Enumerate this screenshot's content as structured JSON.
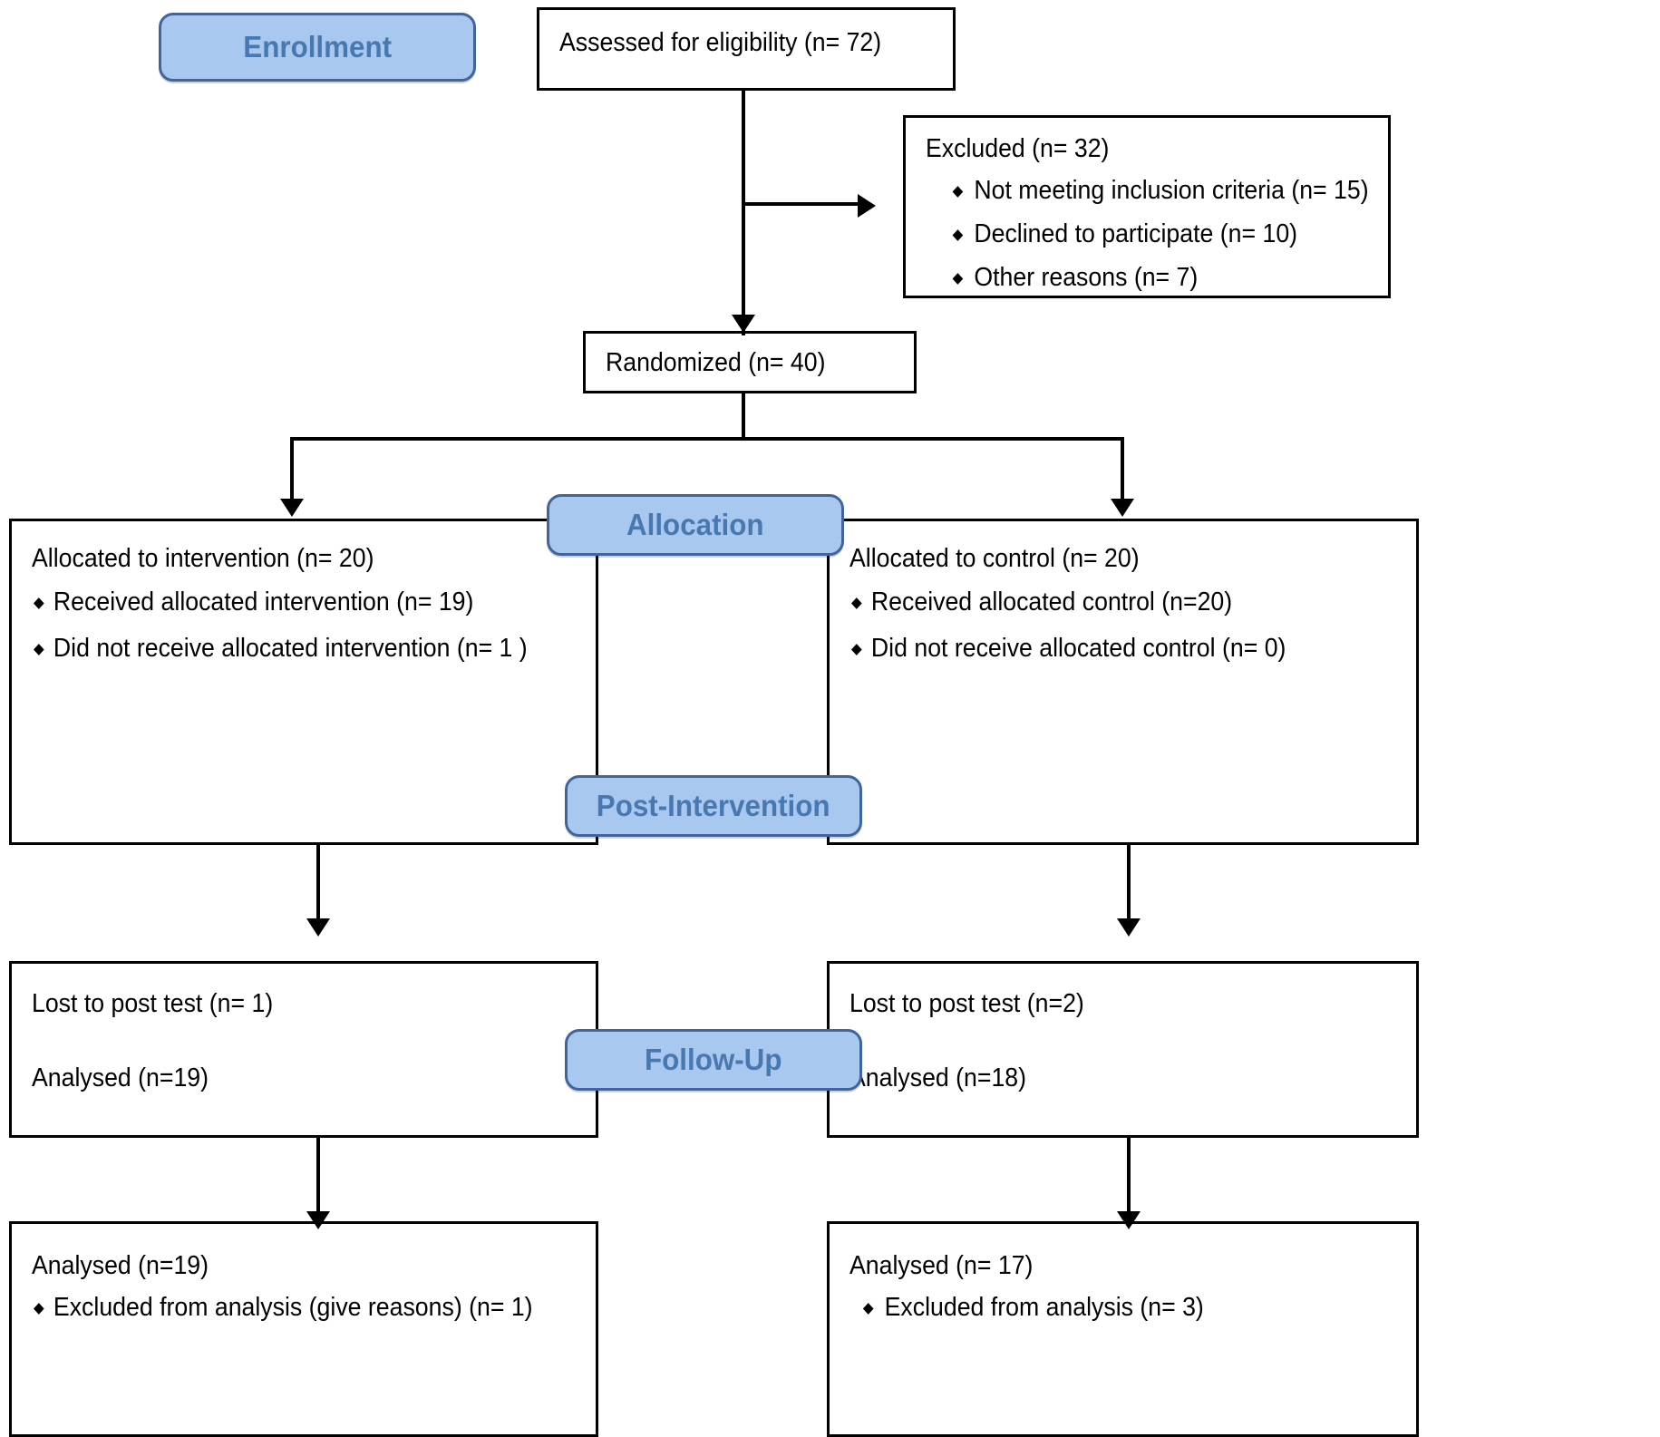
{
  "diagram": {
    "title": "CONSORT participant flow diagram",
    "colors": {
      "stage_fill": "#A8C8F0",
      "stage_border": "#41649B",
      "stage_text": "#4878B0",
      "box_border": "#000000",
      "box_fill": "#FFFFFF"
    }
  },
  "stages": [
    {
      "id": "enrollment",
      "label": "Enrollment"
    },
    {
      "id": "allocation",
      "label": "Allocation"
    },
    {
      "id": "post_intervention",
      "label": "Post-Intervention"
    },
    {
      "id": "follow_up",
      "label": "Follow-Up"
    }
  ],
  "boxes": {
    "assessed": {
      "heading": "Assessed for eligibility (n= 72)",
      "bullets": []
    },
    "excluded": {
      "heading": "Excluded (n= 32)",
      "bullets": [
        "Not meeting inclusion criteria (n= 15)",
        "Declined to participate (n= 10)",
        "Other reasons (n= 7)"
      ]
    },
    "randomized": {
      "heading": "Randomized (n= 40)",
      "bullets": []
    },
    "alloc_intervention": {
      "heading": "Allocated to intervention (n= 20)",
      "bullets": [
        "Received allocated intervention (n= 19)",
        "Did not receive allocated intervention (n= 1 )"
      ]
    },
    "alloc_control": {
      "heading": "Allocated to control (n= 20)",
      "bullets": [
        "Received allocated control (n=20)",
        "Did not receive allocated control (n= 0)"
      ]
    },
    "post_intervention_left": {
      "line1": "Lost to post test (n= 1)",
      "line2": "Analysed (n=19)"
    },
    "post_intervention_right": {
      "line1": "Lost to post test (n=2)",
      "line2": "Analysed (n=18)"
    },
    "followup_left": {
      "heading": "Analysed (n=19)",
      "bullets": [
        "Excluded from analysis (give reasons) (n= 1)"
      ]
    },
    "followup_right": {
      "heading": "Analysed (n= 17)",
      "bullets": [
        "Excluded from analysis (n= 3)"
      ]
    }
  }
}
